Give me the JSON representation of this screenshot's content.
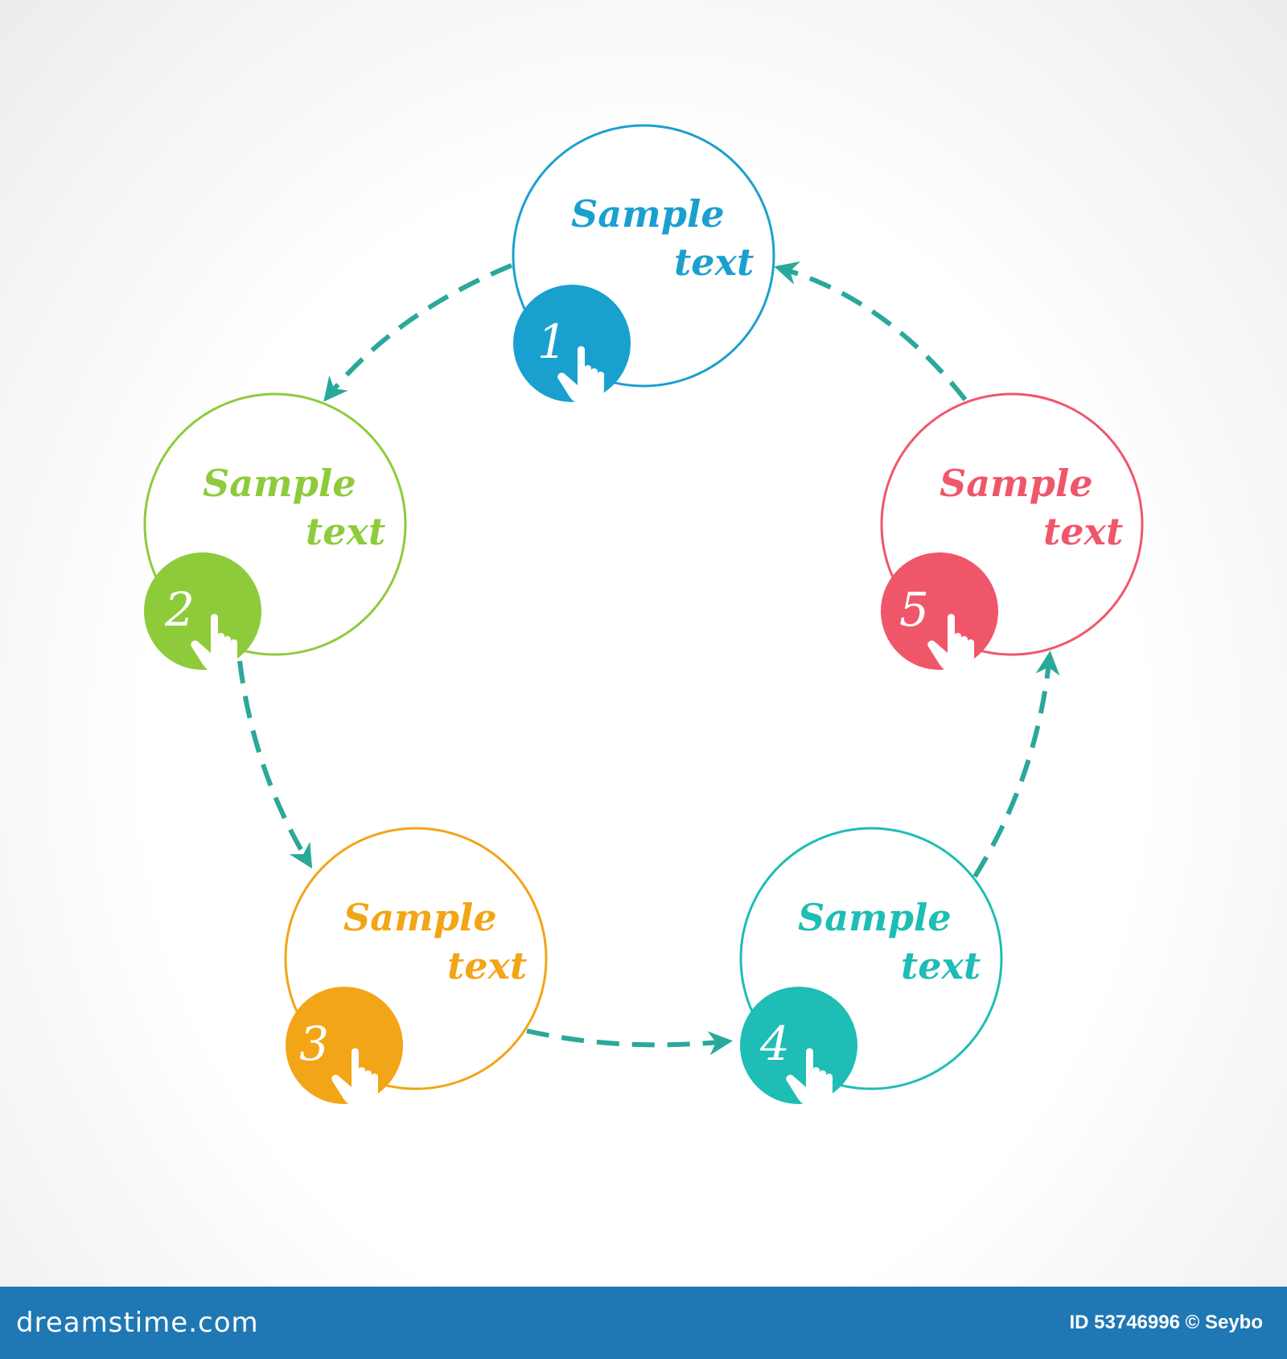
{
  "colors": {
    "arrow": "#2aa89a",
    "step1": "#1aa0cf",
    "step2": "#8ecb3b",
    "step3": "#f2a516",
    "step4": "#1ebdb5",
    "step5": "#f0566a",
    "footer_bg": "#1f78b4"
  },
  "steps": [
    {
      "number": "1",
      "label_line1": "Sample",
      "label_line2": "text",
      "icon": "hand-pointer-icon"
    },
    {
      "number": "2",
      "label_line1": "Sample",
      "label_line2": "text",
      "icon": "hand-pointer-icon"
    },
    {
      "number": "3",
      "label_line1": "Sample",
      "label_line2": "text",
      "icon": "hand-pointer-icon"
    },
    {
      "number": "4",
      "label_line1": "Sample",
      "label_line2": "text",
      "icon": "hand-pointer-icon"
    },
    {
      "number": "5",
      "label_line1": "Sample",
      "label_line2": "text",
      "icon": "hand-pointer-icon"
    }
  ],
  "footer": {
    "logo": "dreamstime.com",
    "image_id": "ID 53746996 © Seybo"
  }
}
